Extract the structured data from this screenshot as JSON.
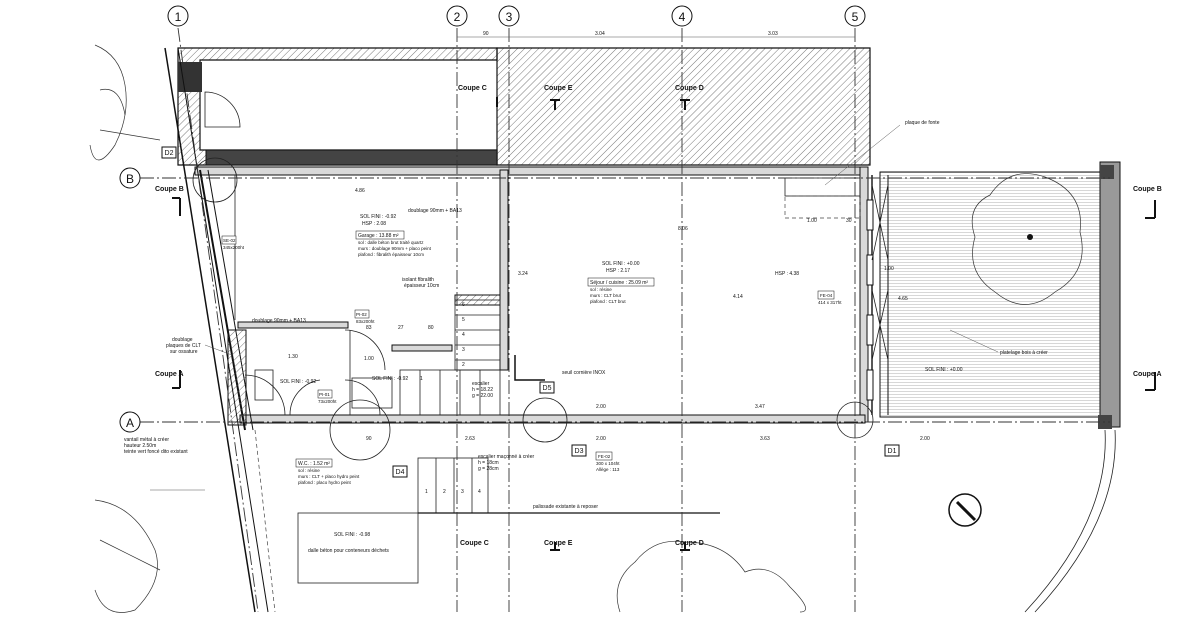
{
  "grid_axes": [
    "1",
    "2",
    "3",
    "4",
    "5",
    "A",
    "B"
  ],
  "sections": {
    "coupe_b": "Coupe B",
    "coupe_a": "Coupe A",
    "coupe_c": "Coupe C",
    "coupe_d": "Coupe D",
    "coupe_e": "Coupe E"
  },
  "details": [
    "D1",
    "D2",
    "D3",
    "D4",
    "D5"
  ],
  "top_dims": [
    "90",
    "3.04",
    "3.03"
  ],
  "garage": {
    "sol_fini": "SOL FINI : -0.92",
    "hsp": "HSP : 2.08",
    "area": "Garage : 13.88 m²",
    "sol": "sol : dalle béton brut traité quartz",
    "murs": "murs : doublage 90mm + placo peint",
    "plafond": "plafond : fibralith épaisseur 10cm",
    "doublage_top": "doublage 90mm + BA13",
    "isolant": "isolant fibralith",
    "isolant2": "épaisseur 10cm",
    "doublage_bottom": "doublage 90mm + BA13",
    "se02": "SE-02",
    "se02_size": "345x200ht",
    "pi02": "PI-02",
    "pi02_size": "83x200ht"
  },
  "sejour": {
    "sol_fini": "SOL FINI : +0.00",
    "hsp": "HSP : 2.17",
    "area": "Séjour / cuisine : 25.09 m²",
    "sol": "sol : résine",
    "murs": "murs : CLT brut",
    "plafond": "plafond : CLT brut",
    "hsp2": "HSP : 4.38",
    "fe04": "FE-04",
    "fe04_size": "414 x 317ht",
    "plaque": "plaque de fonte",
    "seuil": "seuil cornière INOX"
  },
  "escalier": {
    "label": "escalier",
    "h": "h = 18.22",
    "g": "g = 22.00",
    "mac": "escalier maçonné à créer",
    "mac_h": "h = 18cm",
    "mac_g": "g = 28cm"
  },
  "wc": {
    "sol_fini": "SOL FINI : -0.92",
    "pi01": "PI-01",
    "pi01_size": "73x200ht",
    "area": "W.C. : 1.52 m²",
    "sol": "sol : résine",
    "murs": "murs : CLT + placo hydro peint",
    "plafond": "plafond : placo hydro peint"
  },
  "fe02": {
    "code": "FE-02",
    "size": "300 x 104ht",
    "allege": "Allège : 113"
  },
  "exterior": {
    "doublage_clt": "doublage",
    "doublage_clt2": "plaques de CLT",
    "doublage_clt3": "sur ossature",
    "vantail": "vantail métal à créer",
    "vantail_h": "hauteur 2.50m",
    "vantail_c": "teinte vert foncé dito existant",
    "dalle_sol": "SOL FINI : -0.98",
    "dalle": "dalle béton pour conteneurs déchets",
    "palissade": "palissade existante à reposer",
    "platelage": "platelage bois à créer",
    "terrasse_sol": "SOL FINI : +0.00"
  },
  "dims": {
    "d486": "4.86",
    "d806": "8.06",
    "d130": "1.30",
    "d100": "1.00",
    "d200": "2.00",
    "d347": "3.47",
    "d363": "3.63",
    "d263": "2.63",
    "d90": "90",
    "d324": "3.24",
    "d414": "4.14",
    "d465": "4.65",
    "d100b": "1.00",
    "d30": "30",
    "d83": "83",
    "d27": "27",
    "d80": "80",
    "d200b": "2.00",
    "d1000": "1.00"
  },
  "stair_nums": [
    "6",
    "5",
    "4",
    "3",
    "2",
    "1"
  ],
  "stair_ext": [
    "1",
    "2",
    "3",
    "4"
  ]
}
